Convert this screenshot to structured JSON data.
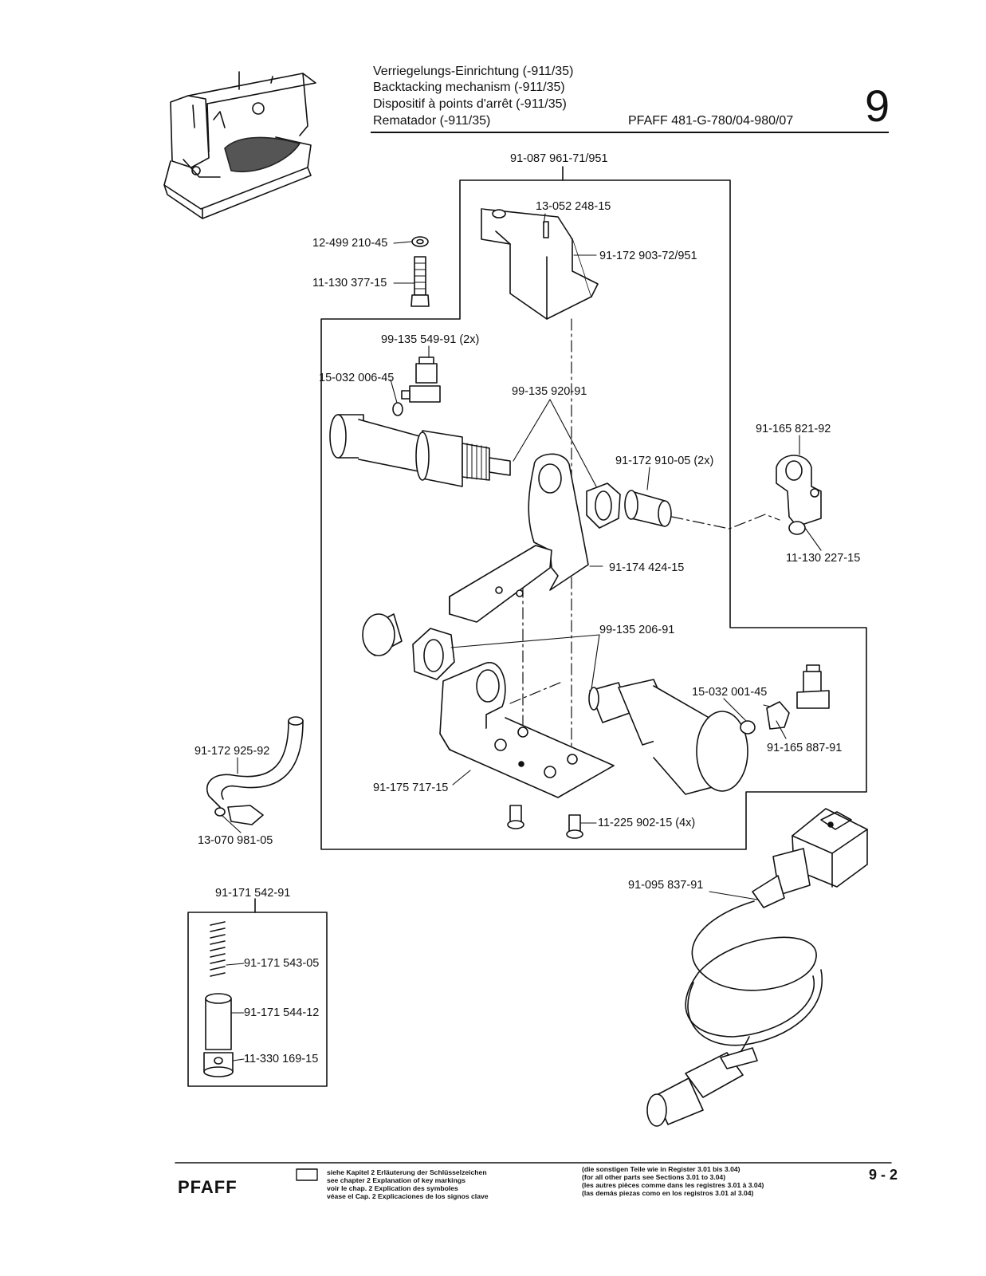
{
  "header": {
    "title_de": "Verriegelungs-Einrichtung (-911/35)",
    "title_en": "Backtacking mechanism (-911/35)",
    "title_fr": "Dispositif à points d'arrêt (-911/35)",
    "title_es": "Rematador (-911/35)",
    "model": "PFAFF 481-G-780/04-980/07",
    "chapter": "9"
  },
  "parts": {
    "p1": "91-087 961-71/951",
    "p2": "13-052 248-15",
    "p3": "91-172 903-72/951",
    "p4": "12-499 210-45",
    "p5": "11-130 377-15",
    "p6": "99-135 549-91 (2x)",
    "p7": "15-032 006-45",
    "p8": "99-135 920-91",
    "p9": "91-165 821-92",
    "p10": "91-172 910-05 (2x)",
    "p11": "11-130 227-15",
    "p12": "91-174 424-15",
    "p13": "99-135 206-91",
    "p14": "15-032 001-45",
    "p15": "91-165 887-91",
    "p16": "91-172 925-92",
    "p17": "91-175 717-15",
    "p18": "11-225 902-15 (4x)",
    "p19": "13-070 981-05",
    "p20": "91-095 837-91",
    "p21": "91-171 542-91",
    "p22": "91-171 543-05",
    "p23": "91-171 544-12",
    "p24": "11-330 169-15"
  },
  "footer": {
    "brand": "PFAFF",
    "key_de": "siehe Kapitel 2 Erläuterung der Schlüsselzeichen",
    "key_en": "see chapter 2 Explanation of key markings",
    "key_fr": "voir le chap. 2 Explication des symboles",
    "key_es": "véase el Cap. 2 Explicaciones de los signos clave",
    "other_de": "(die sonstigen Teile wie in Register 3.01 bis 3.04)",
    "other_en": "(for all other parts see Sections 3.01 to 3.04)",
    "other_fr": "(les autres pièces comme dans les registres 3.01 à 3.04)",
    "other_es": "(las demás piezas como en los registros 3.01 al 3.04)",
    "page": "9 - 2"
  }
}
